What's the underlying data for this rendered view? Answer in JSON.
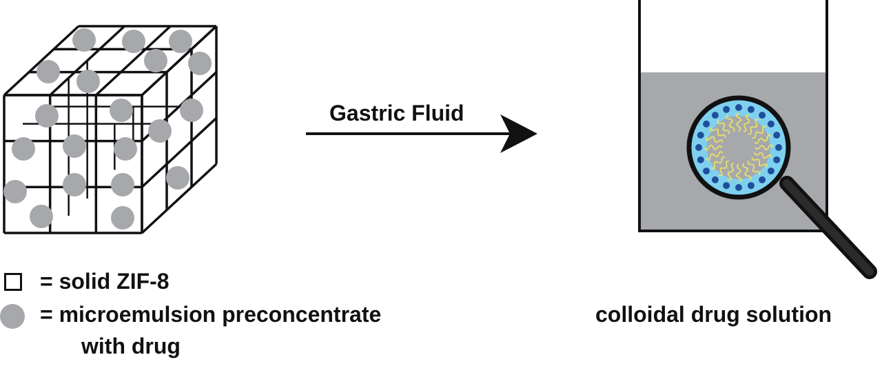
{
  "arrow": {
    "label": "Gastric Fluid"
  },
  "legend": {
    "square": "= solid ZIF-8",
    "circle_line1": "= microemulsion preconcentrate",
    "circle_line2": "with drug"
  },
  "result": {
    "caption": "colloidal drug solution"
  },
  "colors": {
    "lattice": "#111111",
    "droplet": "#a6a8ab",
    "fluid": "#a6a8ab",
    "lens_fill": "#7fd0ee",
    "micelle_head": "#1e4f9c",
    "micelle_tail": "#e8e06a"
  },
  "icons": [
    "zif8-lattice-cube",
    "arrow-icon",
    "beaker-icon",
    "magnifying-glass-icon",
    "micelle-icon"
  ]
}
